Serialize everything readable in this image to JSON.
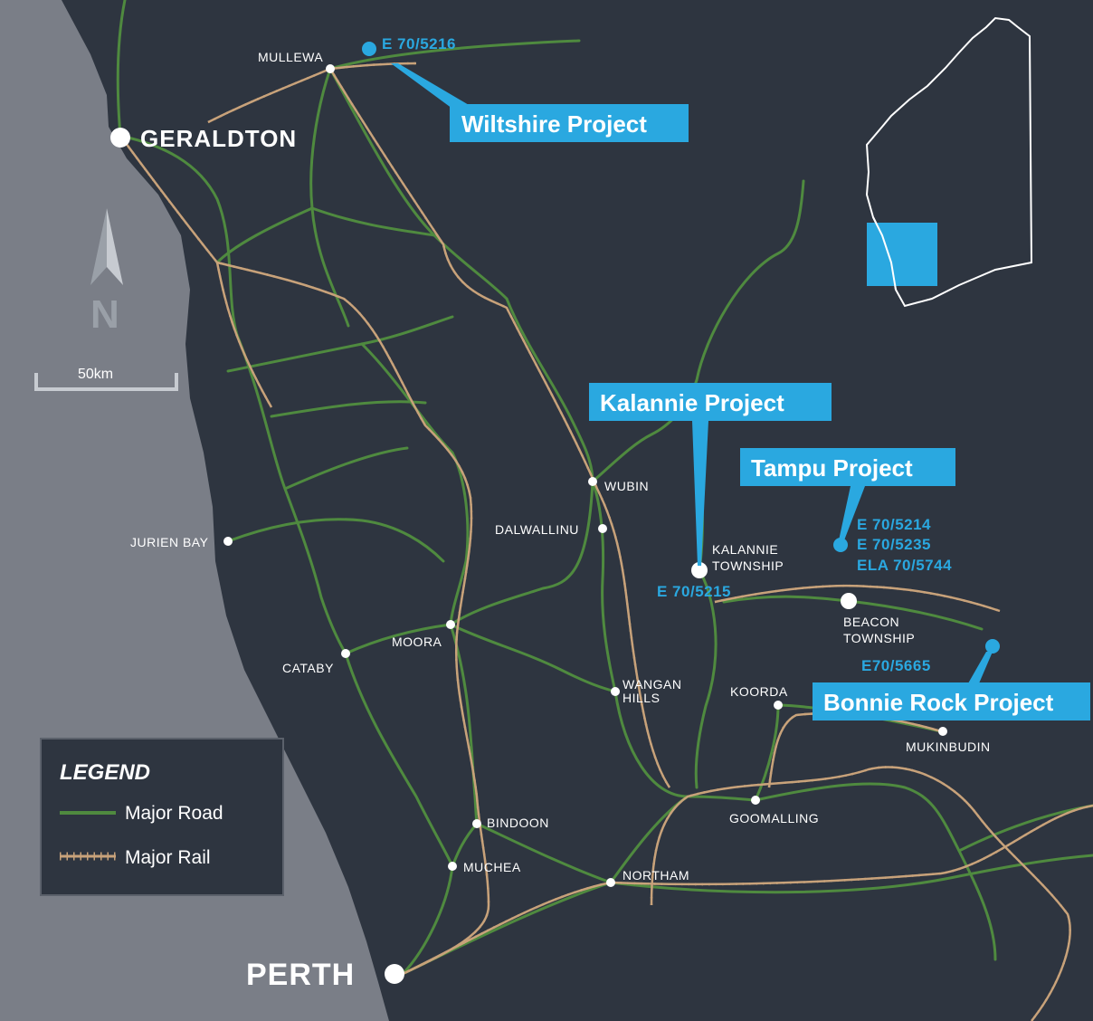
{
  "towns": {
    "mullewa": "MULLEWA",
    "jurien_bay": "JURIEN BAY",
    "cataby": "CATABY",
    "moora": "MOORA",
    "wubin": "WUBIN",
    "dalwallinu": "DALWALLINU",
    "wangan_hills_1": "WANGAN",
    "wangan_hills_2": "HILLS",
    "kalannie_1": "KALANNIE",
    "kalannie_2": "TOWNSHIP",
    "beacon_1": "BEACON",
    "beacon_2": "TOWNSHIP",
    "koorda": "KOORDA",
    "mukinbudin": "MUKINBUDIN",
    "goomalling": "GOOMALLING",
    "bindoon": "BINDOON",
    "muchea": "MUCHEA",
    "northam": "NORTHAM"
  },
  "cities": {
    "geraldton": "GERALDTON",
    "perth": "PERTH"
  },
  "tenements": {
    "wiltshire": "E 70/5216",
    "kalannie": "E 70/5215",
    "tampu_1": "E 70/5214",
    "tampu_2": "E 70/5235",
    "tampu_3": "ELA 70/5744",
    "bonnie_rock": "E70/5665"
  },
  "projects": {
    "wiltshire": "Wiltshire Project",
    "kalannie": "Kalannie Project",
    "tampu": "Tampu Project",
    "bonnie_rock": "Bonnie Rock Project"
  },
  "north_arrow": "N",
  "scale_bar": "50km",
  "legend": {
    "title": "LEGEND",
    "road": "Major Road",
    "rail": "Major Rail"
  },
  "colors": {
    "land": "#2e3540",
    "ocean": "#7a7e87",
    "road": "#4f8a3f",
    "rail": "#c8a27a",
    "accent": "#2aa8e0"
  }
}
